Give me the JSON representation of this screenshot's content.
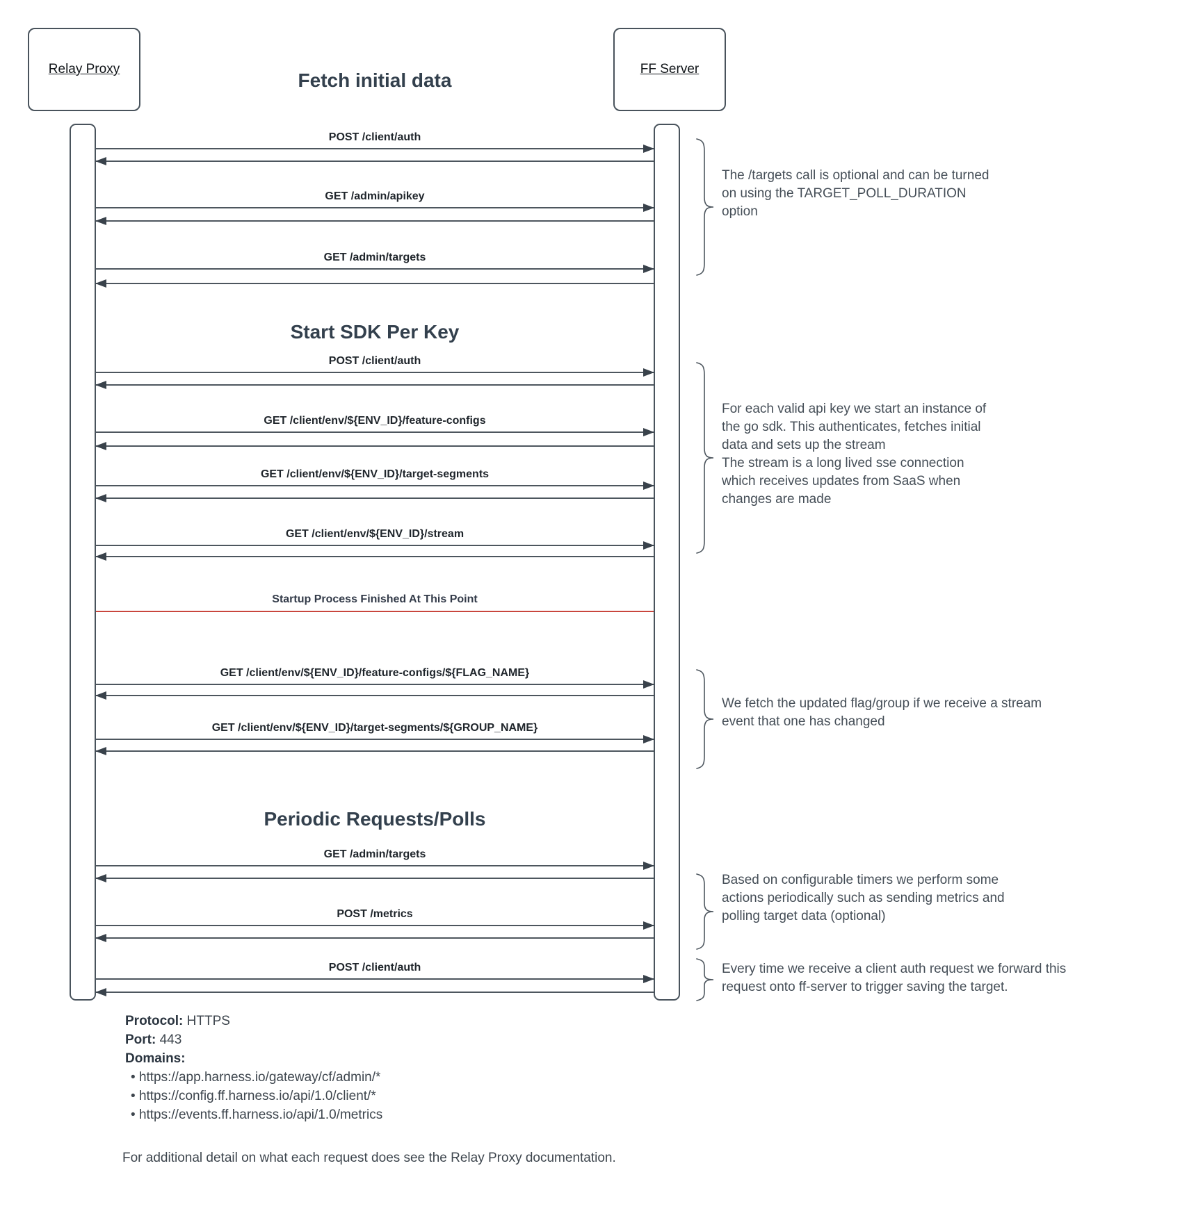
{
  "actors": {
    "left": "Relay Proxy",
    "right": "FF Server"
  },
  "headings": {
    "title": "Fetch initial data",
    "section_sdk": "Start SDK Per Key",
    "section_periodic": "Periodic Requests/Polls"
  },
  "separator": {
    "label": "Startup Process Finished At This Point",
    "color": "#c9463d"
  },
  "messages": [
    {
      "label": "POST /client/auth"
    },
    {
      "label": "GET /admin/apikey"
    },
    {
      "label": "GET /admin/targets"
    },
    {
      "label": "POST /client/auth"
    },
    {
      "label": "GET /client/env/${ENV_ID}/feature-configs"
    },
    {
      "label": "GET /client/env/${ENV_ID}/target-segments"
    },
    {
      "label": "GET /client/env/${ENV_ID}/stream"
    },
    {
      "label": "GET /client/env/${ENV_ID}/feature-configs/${FLAG_NAME}"
    },
    {
      "label": "GET /client/env/${ENV_ID}/target-segments/${GROUP_NAME}"
    },
    {
      "label": "GET /admin/targets"
    },
    {
      "label": "POST /metrics"
    },
    {
      "label": "POST /client/auth"
    }
  ],
  "annotations": [
    {
      "text": "The /targets call is optional and can be turned\non using the TARGET_POLL_DURATION\noption"
    },
    {
      "text": "For each valid api key we start an instance of\nthe go sdk. This authenticates, fetches initial\ndata and sets up the stream\nThe stream is a long lived sse connection\nwhich receives updates from SaaS when\nchanges are made"
    },
    {
      "text": "We fetch the updated flag/group if we receive a stream\nevent that one has changed"
    },
    {
      "text": "Based on configurable timers we perform some\nactions periodically such as sending metrics and\npolling target data (optional)"
    },
    {
      "text": "Every time we receive a client auth request we forward this\nrequest onto ff-server to trigger saving the target."
    }
  ],
  "footer": {
    "protocol_label": "Protocol:",
    "protocol_value": " HTTPS",
    "port_label": "Port:",
    "port_value": " 443",
    "domains_label": "Domains:",
    "domains": [
      "https://app.harness.io/gateway/cf/admin/*",
      "https://config.ff.harness.io/api/1.0/client/*",
      "https://events.ff.harness.io/api/1.0/metrics"
    ],
    "note": "For additional detail on what each request does see the Relay Proxy documentation."
  },
  "colors": {
    "line": "#4d565e",
    "red": "#c9463d",
    "text": "#2b3540"
  }
}
